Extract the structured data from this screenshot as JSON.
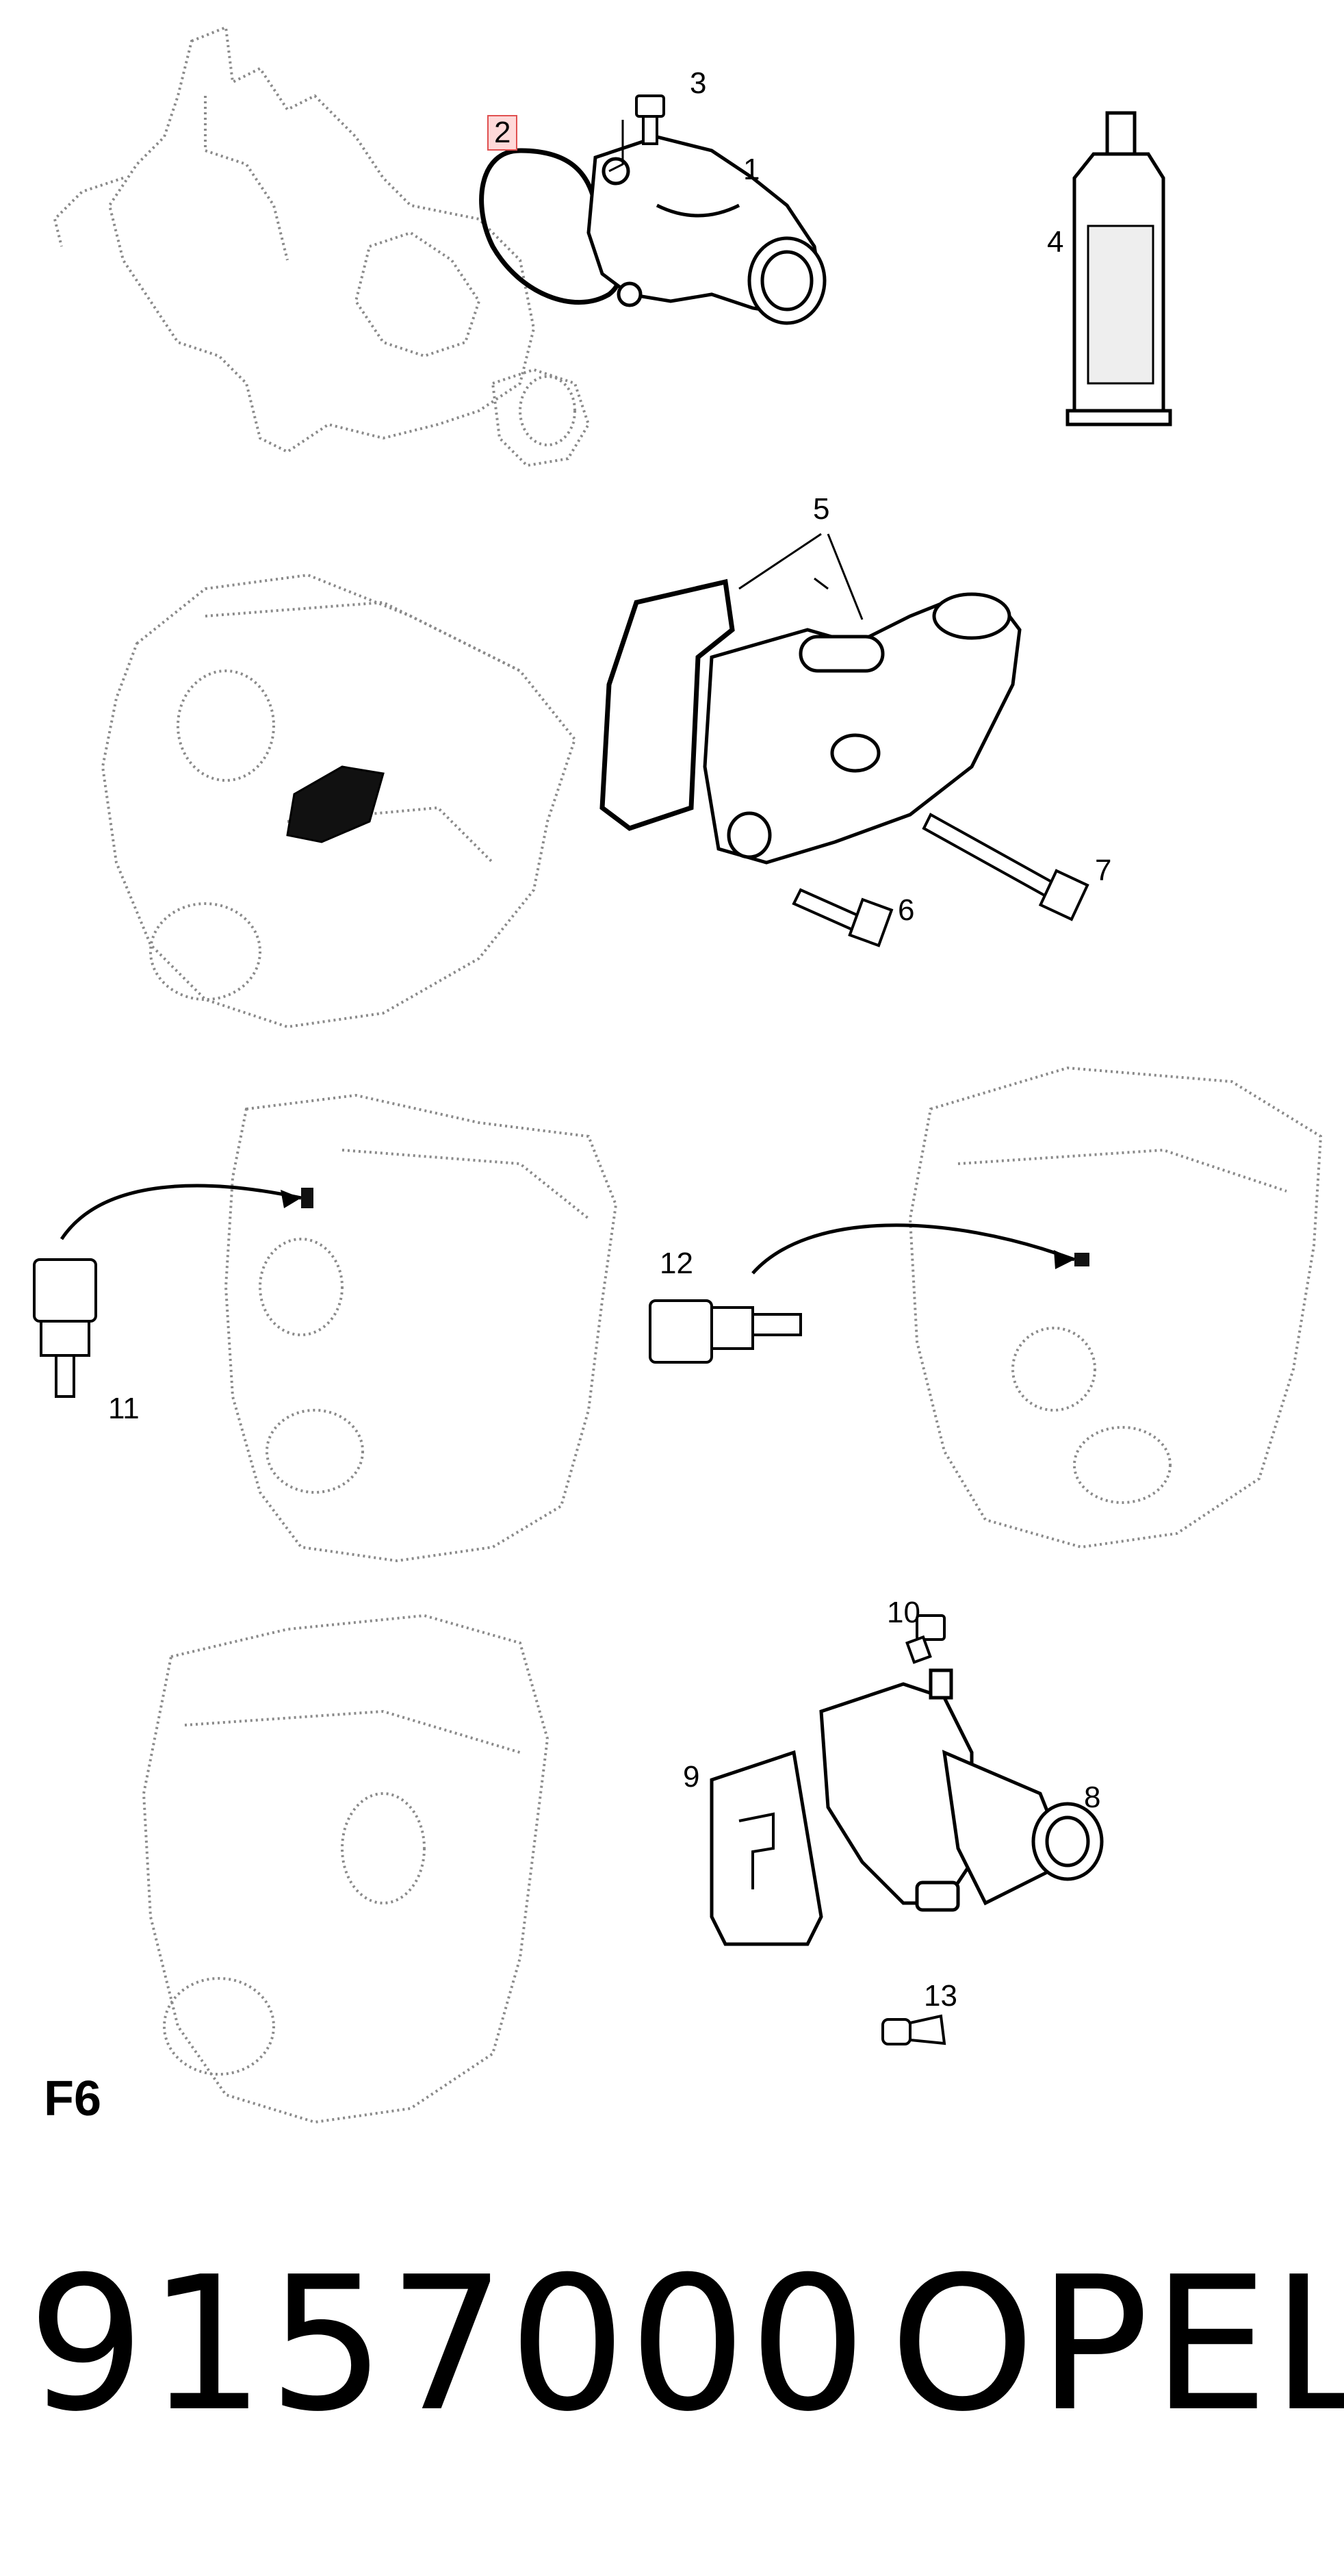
{
  "callouts": {
    "c1": "1",
    "c2": "2",
    "c3": "3",
    "c4": "4",
    "c5": "5",
    "c6": "6",
    "c7": "7",
    "c8": "8",
    "c9": "9",
    "c10": "10",
    "c11": "11",
    "c12": "12",
    "c13": "13"
  },
  "section_code": "F6",
  "footer": {
    "part_number": "9157000",
    "brand": "OPEL"
  }
}
